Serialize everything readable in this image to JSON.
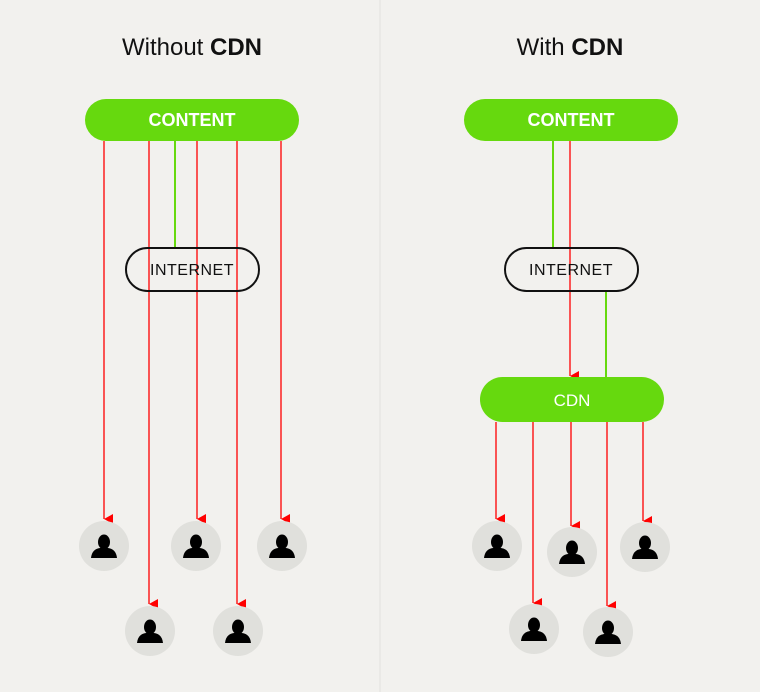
{
  "colors": {
    "accent": "#66d90e",
    "arrow": "#ff0000",
    "background": "#f2f1ee",
    "user_circle": "#e0e0dc"
  },
  "left": {
    "title_prefix": "Without ",
    "title_bold": "CDN",
    "content_label": "CONTENT",
    "internet_label": "INTERNET",
    "users": 5
  },
  "right": {
    "title_prefix": "With ",
    "title_bold": "CDN",
    "content_label": "CONTENT",
    "internet_label": "INTERNET",
    "cdn_label": "CDN",
    "users": 5
  },
  "icons": {
    "user": "user-icon"
  }
}
